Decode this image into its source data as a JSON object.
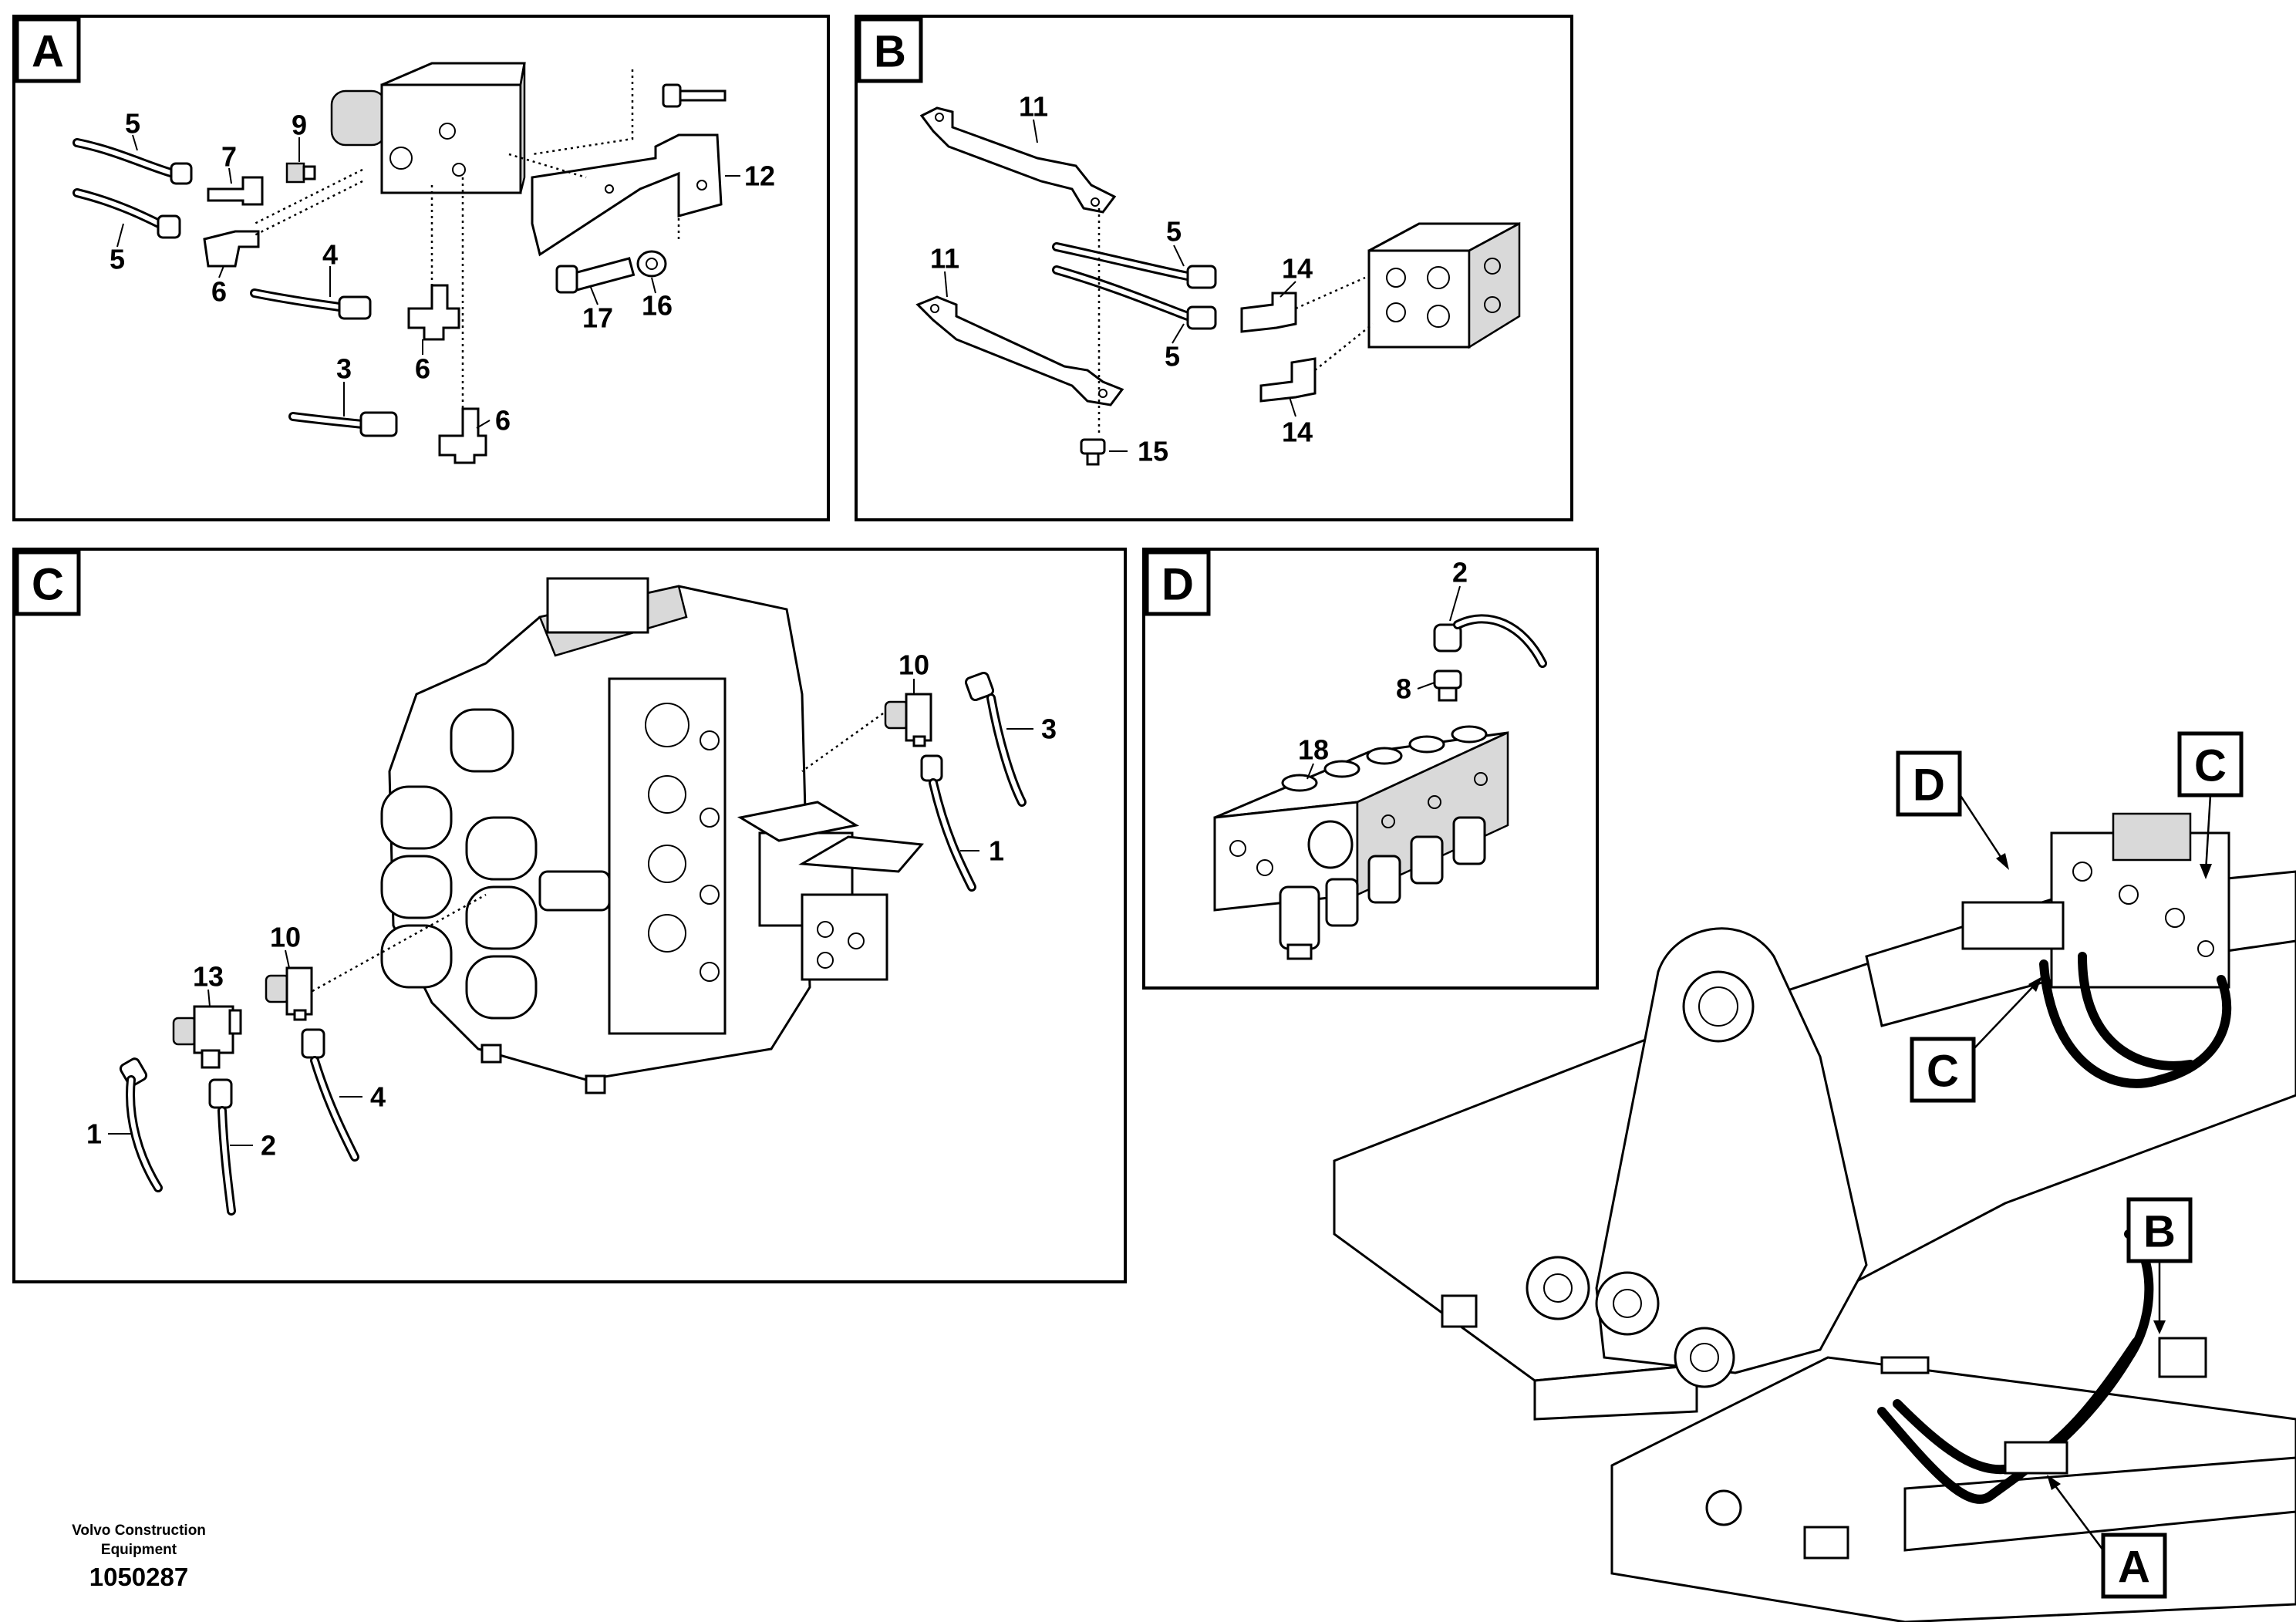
{
  "views": [
    {
      "id": "A",
      "label": "A"
    },
    {
      "id": "B",
      "label": "B"
    },
    {
      "id": "C",
      "label": "C"
    },
    {
      "id": "D",
      "label": "D"
    }
  ],
  "overview_labels": {
    "D": "D",
    "C_top": "C",
    "C_lower": "C",
    "B": "B",
    "A": "A"
  },
  "callouts": {
    "A": [
      "5",
      "7",
      "9",
      "5",
      "6",
      "4",
      "6",
      "3",
      "6",
      "12",
      "17",
      "16"
    ],
    "B": [
      "11",
      "11",
      "5",
      "5",
      "14",
      "14",
      "15"
    ],
    "C": [
      "10",
      "3",
      "1",
      "10",
      "13",
      "1",
      "2",
      "4"
    ],
    "D": [
      "2",
      "8",
      "18"
    ]
  },
  "footer": {
    "company_line1": "Volvo Construction",
    "company_line2": "Equipment",
    "drawing_id": "1050287"
  }
}
